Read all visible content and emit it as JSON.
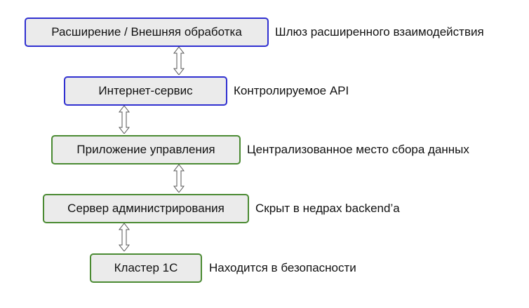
{
  "layers": [
    {
      "label": "Расширение / Внешняя обработка",
      "note": "Шлюз расширенного взаимодействия",
      "border": "#3030d0"
    },
    {
      "label": "Интернет-сервис",
      "note": "Контролируемое API",
      "border": "#3030d0"
    },
    {
      "label": "Приложение управления",
      "note": "Централизованное место сбора данных",
      "border": "#4a8a32"
    },
    {
      "label": "Сервер администрирования",
      "note": "Скрыт в недрах backend’а",
      "border": "#4a8a32"
    },
    {
      "label": "Кластер 1С",
      "note": "Находится в безопасности",
      "border": "#4a8a32"
    }
  ],
  "connectors": [
    {
      "icon": "double-arrow-vertical-icon"
    },
    {
      "icon": "double-arrow-vertical-icon"
    },
    {
      "icon": "double-arrow-vertical-icon"
    },
    {
      "icon": "double-arrow-vertical-icon"
    }
  ]
}
